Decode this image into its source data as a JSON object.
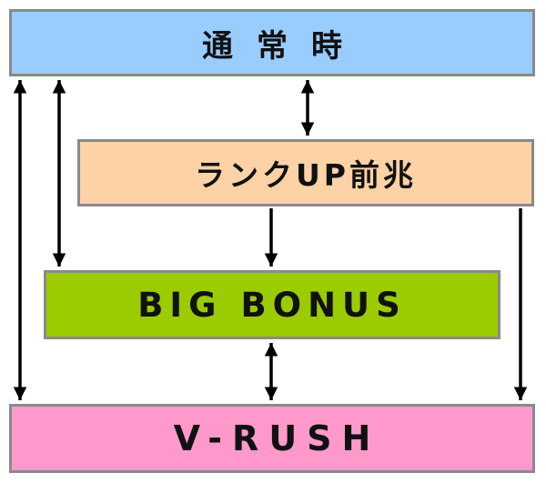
{
  "boxes": {
    "normal": {
      "label": "通常時",
      "color": "#99ccff"
    },
    "rankup": {
      "label": "ランクUP前兆",
      "color": "#fcd2a6"
    },
    "big_bonus": {
      "label": "BIG BONUS",
      "color": "#9acc00"
    },
    "vrush": {
      "label": "V-RUSH",
      "color": "#ff99cc"
    }
  },
  "arrow_color": "#000000"
}
